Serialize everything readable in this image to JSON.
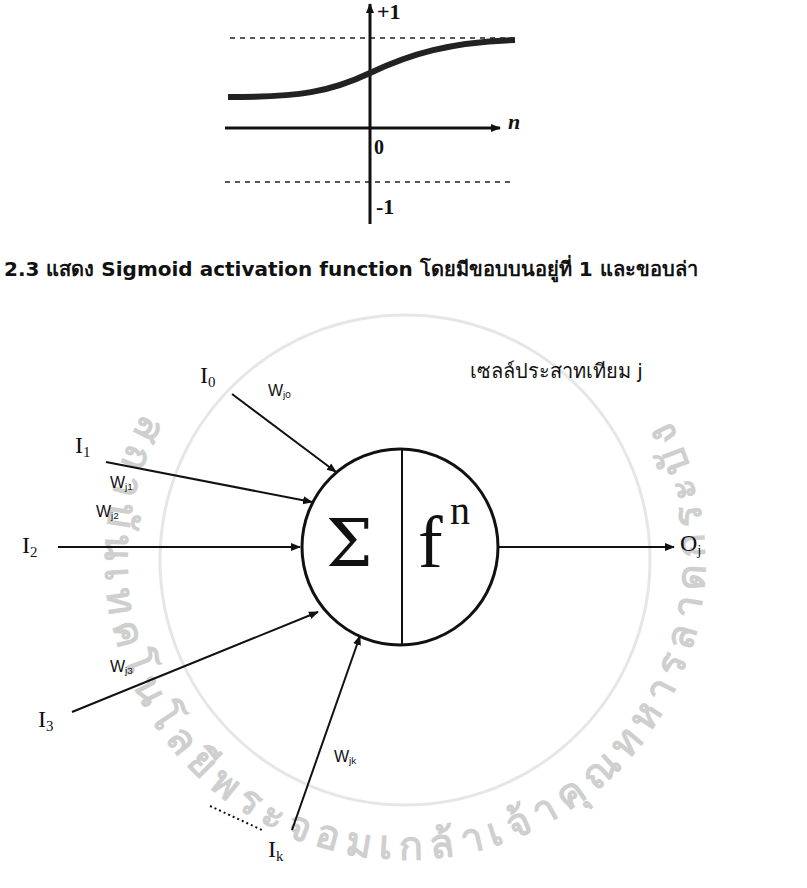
{
  "diagram": {
    "caption": "2.3 แสดง Sigmoid activation function โดยมีขอบบนอยู่ที่ 1 และขอบล่า",
    "nodes": [
      {
        "text": [
          "Σ",
          "f",
          "n"
        ]
      }
    ],
    "labels": [
      "+1",
      "n",
      "0",
      "-1",
      "เซลล์ประสาทเทียม j",
      "I0",
      "Wj0",
      "I1",
      "Wj1",
      "I2",
      "Wj2",
      "Oj",
      "I3",
      "Wj3",
      "Wjk",
      "Ik",
      "สถาบันเทคโนโลยีพระจอมเกล้าเจ้าคุณทหารลาดกระบัง"
    ]
  }
}
